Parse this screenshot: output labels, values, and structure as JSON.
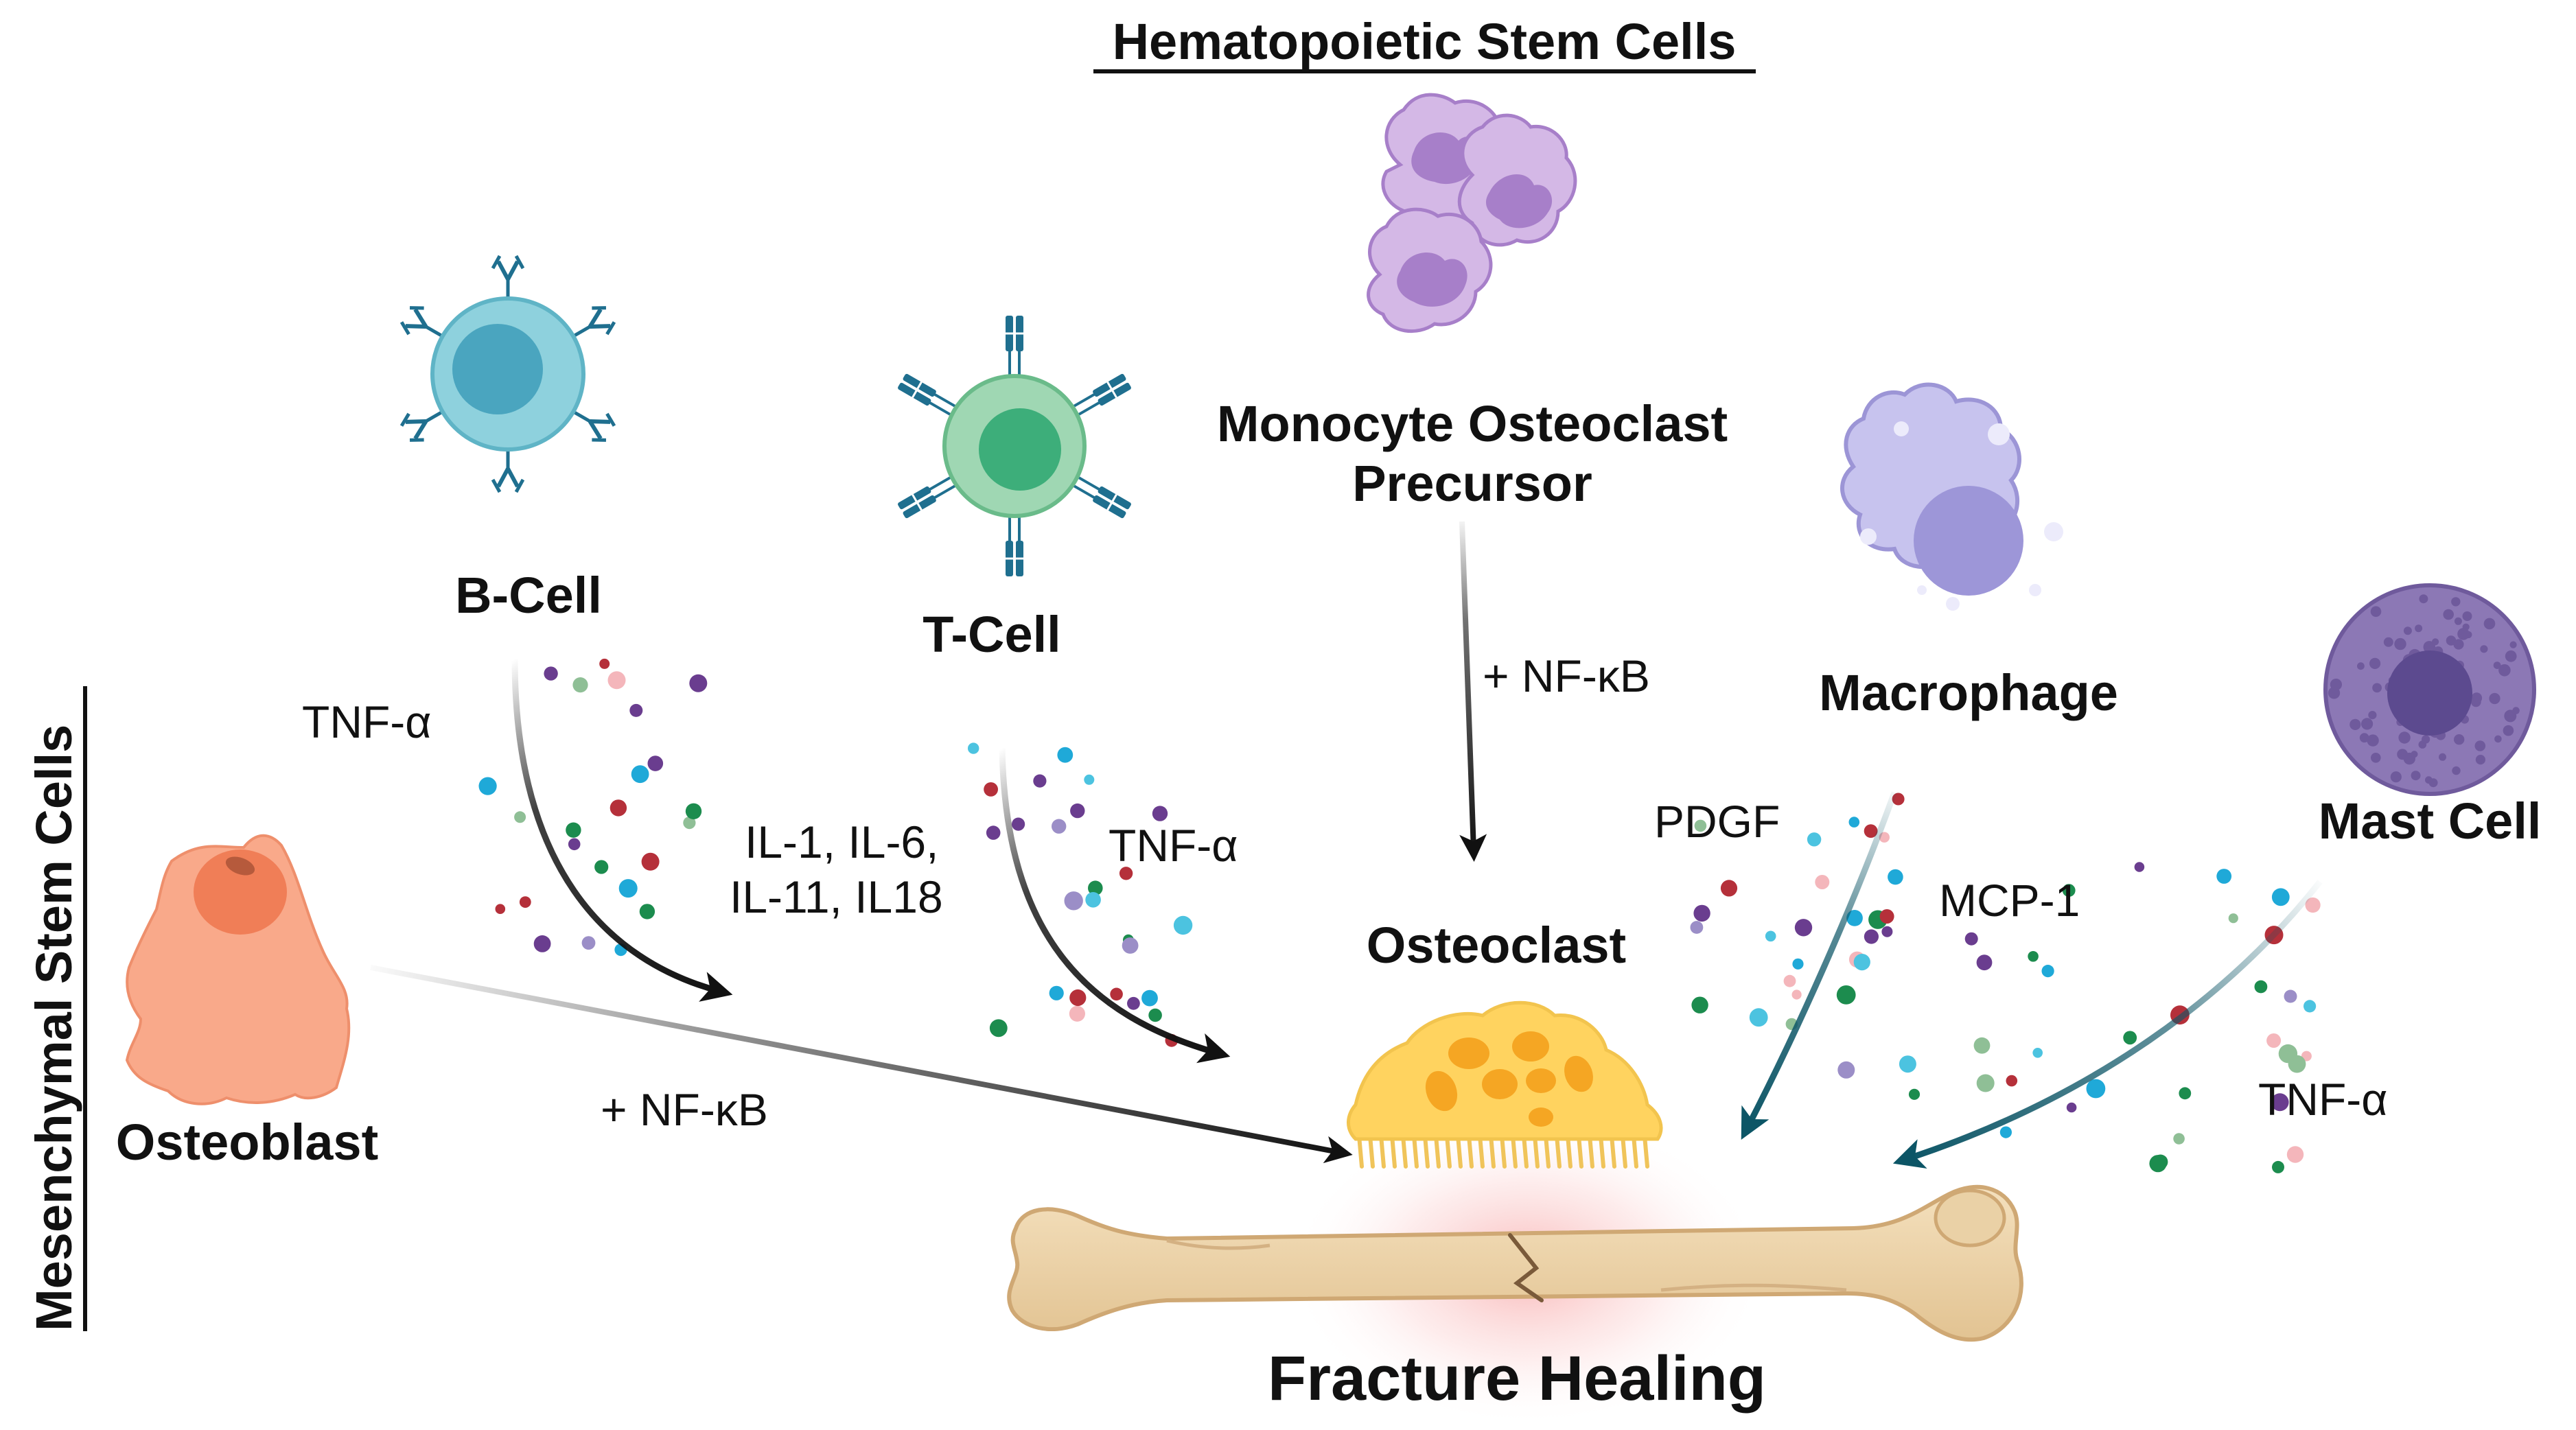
{
  "headings": {
    "hematopoietic": "Hematopoietic Stem Cells",
    "mesenchymal": "Mesenchymal Stem Cells"
  },
  "cells": {
    "b_cell": "B-Cell",
    "t_cell": "T-Cell",
    "monocyte_line1": "Monocyte Osteoclast",
    "monocyte_line2": "Precursor",
    "macrophage": "Macrophage",
    "mast_cell": "Mast Cell",
    "osteoblast": "Osteoblast",
    "osteoclast": "Osteoclast"
  },
  "signals": {
    "tnf_bcell": "TNF-α",
    "interleukins_line1": "IL-1, IL-6,",
    "interleukins_line2": "IL-11, IL18",
    "tnf_tcell": "TNF-α",
    "nfkb_monocyte": "+ NF-κB",
    "pdgf": "PDGF",
    "mcp1": "MCP-1",
    "tnf_mast": "TNF-α",
    "nfkb_osteoblast": "+ NF-κB"
  },
  "outcome": {
    "title": "Fracture Healing"
  }
}
